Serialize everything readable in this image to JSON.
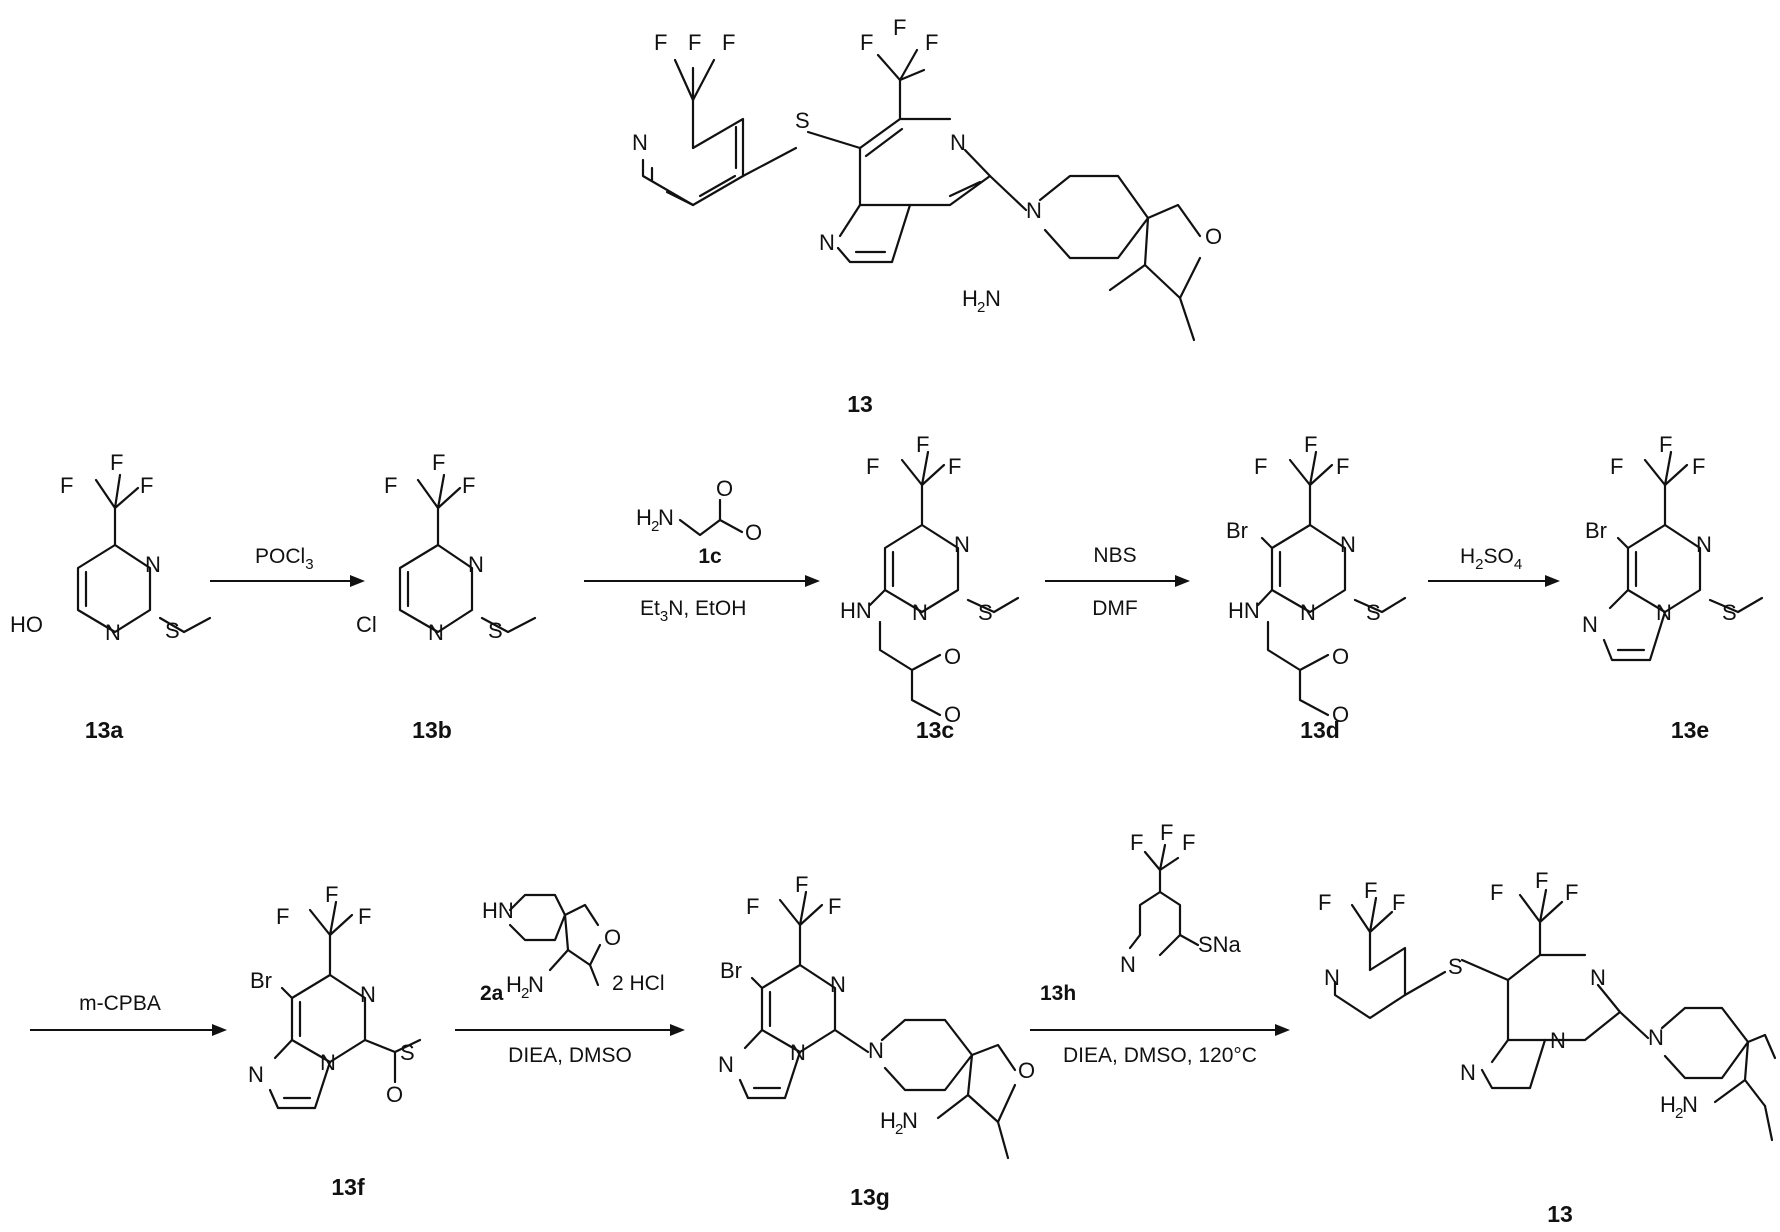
{
  "compounds": {
    "c13_top": "13",
    "c13a": "13a",
    "c13b": "13b",
    "c13c": "13c",
    "c13d": "13d",
    "c13e": "13e",
    "c13f": "13f",
    "c13g": "13g",
    "c13_bottom": "13"
  },
  "atoms": {
    "F": "F",
    "N": "N",
    "S": "S",
    "O": "O",
    "Br": "Br",
    "Cl": "Cl",
    "HO": "HO",
    "HN": "HN",
    "H2": "H",
    "two": "2",
    "SNa": "SNa"
  },
  "reagents": {
    "r1_pocl": "POCl",
    "r1_sub": "3",
    "r2_label": "1c",
    "r2_et": "Et",
    "r2_sub": "3",
    "r2_rest": "N, EtOH",
    "r3_top": "NBS",
    "r3_bottom": "DMF",
    "r4_h": "H",
    "r4_sub1": "2",
    "r4_so": "SO",
    "r4_sub2": "4",
    "r5": "m-CPBA",
    "r6_label": "2a",
    "r6_hcl": "2 HCl",
    "r6_bottom": "DIEA, DMSO",
    "r7_label": "13h",
    "r7_bottom": "DIEA, DMSO, 120°C"
  }
}
